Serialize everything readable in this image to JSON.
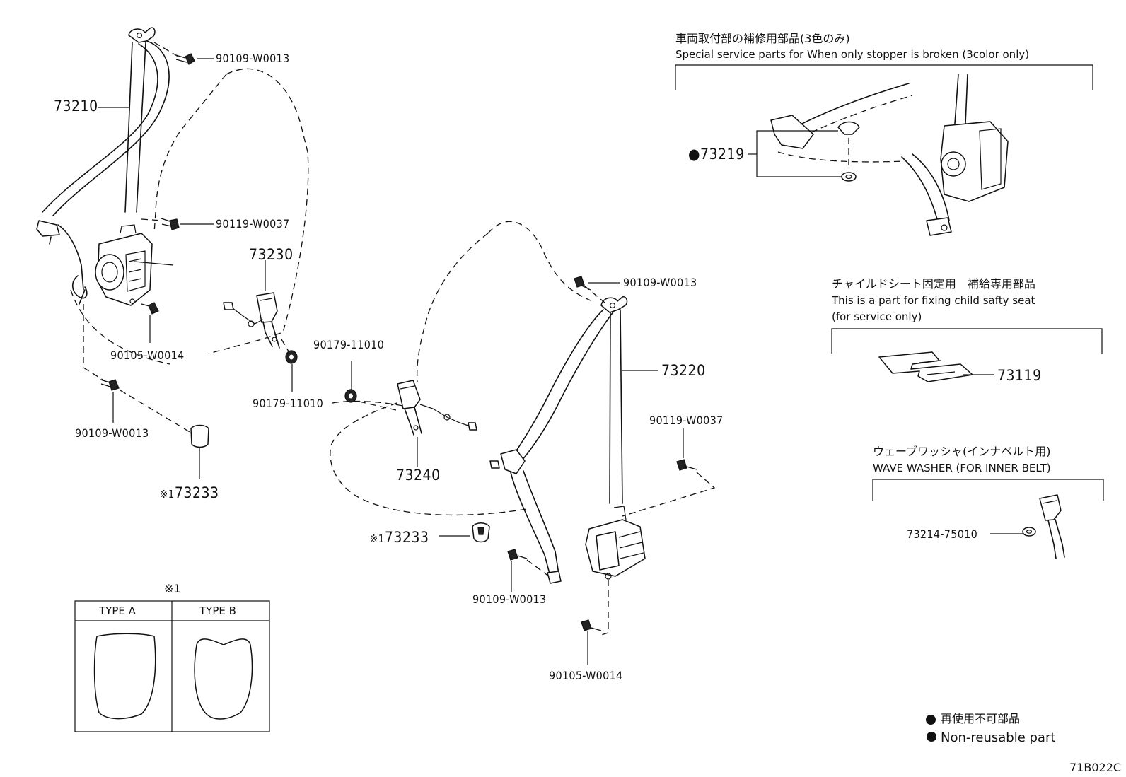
{
  "diagram": {
    "code": "71B022C",
    "callouts": [
      {
        "id": "c1",
        "label": "90109-W0013"
      },
      {
        "id": "c2",
        "label": "73210"
      },
      {
        "id": "c3",
        "label": "90119-W0037"
      },
      {
        "id": "c4",
        "label": "73230"
      },
      {
        "id": "c5",
        "label": "90105-W0014"
      },
      {
        "id": "c6",
        "label": "90179-11010"
      },
      {
        "id": "c7",
        "label": "90109-W0013"
      },
      {
        "id": "c8",
        "label": "73233",
        "prefix": "※1"
      },
      {
        "id": "c9",
        "label": "90179-11010"
      },
      {
        "id": "c10",
        "label": "73240"
      },
      {
        "id": "c11",
        "label": "90109-W0013"
      },
      {
        "id": "c12",
        "label": "73220"
      },
      {
        "id": "c13",
        "label": "90119-W0037"
      },
      {
        "id": "c14",
        "label": "73233",
        "prefix": "※1"
      },
      {
        "id": "c15",
        "label": "90109-W0013"
      },
      {
        "id": "c16",
        "label": "90105-W0014"
      },
      {
        "id": "c17",
        "label": "73219",
        "prefix": "●"
      },
      {
        "id": "c18",
        "label": "73119"
      },
      {
        "id": "c19",
        "label": "73214-75010"
      }
    ],
    "sections": {
      "special": {
        "title_jp": "車両取付部の補修用部品(3色のみ)",
        "title_en": "Special service parts for When only stopper is broken (3color only)"
      },
      "child": {
        "title_jp": "チャイルドシート固定用　補給専用部品",
        "title_en1": "This is a part for fixing child safty seat",
        "title_en2": "(for service only)"
      },
      "washer": {
        "title_jp": "ウェーブワッシャ(インナベルト用)",
        "title_en": "WAVE WASHER (FOR INNER BELT)"
      }
    },
    "type_table": {
      "note_mark": "※1",
      "col_a": "TYPE A",
      "col_b": "TYPE B"
    },
    "legend": {
      "symbol": "●",
      "jp": "再使用不可部品",
      "en": "Non-reusable part"
    }
  }
}
